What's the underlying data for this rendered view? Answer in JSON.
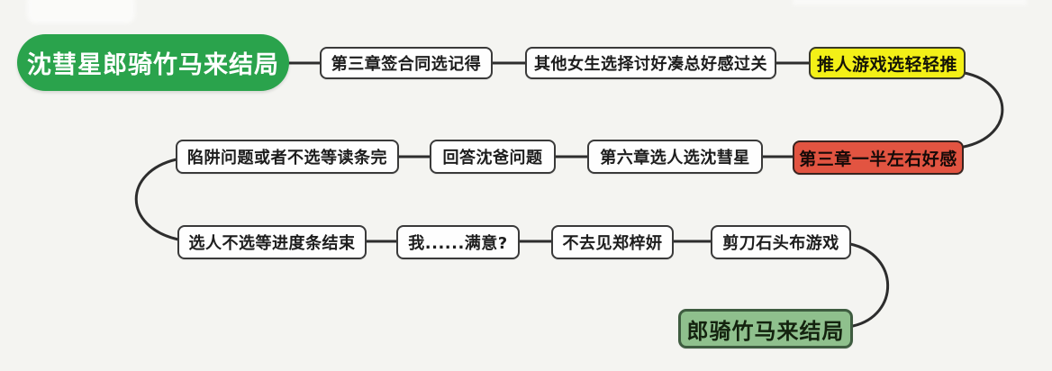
{
  "colors": {
    "background": "#f4f4f1",
    "root_green": "#2aa34c",
    "highlight_yellow": "#f3f017",
    "highlight_red": "#e25441",
    "end_green_fill": "#8fc08d",
    "end_green_border": "#3e5c40",
    "box_border": "#3a3a3a",
    "connector_line": "#2d2d2d"
  },
  "nodes": {
    "root": {
      "label": "沈彗星郎骑竹马来结局"
    },
    "step1": {
      "label": "第三章签合同选记得"
    },
    "step2": {
      "label": "其他女生选择讨好凑总好感过关"
    },
    "step3": {
      "label": "推人游戏选轻轻推"
    },
    "step4": {
      "label": "第三章一半左右好感"
    },
    "step5": {
      "label": "第六章选人选沈彗星"
    },
    "step6": {
      "label": "回答沈爸问题"
    },
    "step7": {
      "label": "陷阱问题或者不选等读条完"
    },
    "step8": {
      "label": "选人不选等进度条结束"
    },
    "step9": {
      "label": "我......满意?"
    },
    "step10": {
      "label": "不去见郑梓妍"
    },
    "step11": {
      "label": "剪刀石头布游戏"
    },
    "end": {
      "label": "郎骑竹马来结局"
    }
  }
}
